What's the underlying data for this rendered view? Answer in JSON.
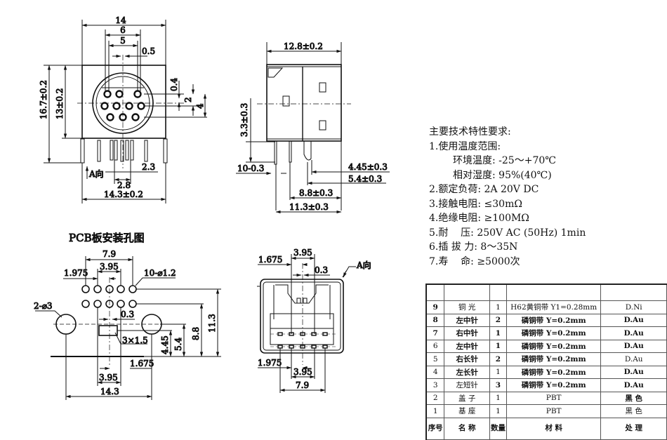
{
  "front_view": {
    "dims": {
      "width_top": "14",
      "pin_span_6": "6",
      "pin_span_5": "5",
      "offset_05": "0.5",
      "height_total": "16.7±0.2",
      "height_body": "13±0.2",
      "row_04": "0.4",
      "row_2": "2",
      "row_4": "4",
      "pitch_23": "2.3",
      "pitch_28": "2.8",
      "width_bottom": "14.3±0.2"
    },
    "a_direction_label": "A向"
  },
  "side_view": {
    "dims": {
      "depth": "12.8±0.2",
      "pin_length": "3.3±0.3",
      "pin_offset": "10-0.3",
      "d_445": "4.45±0.3",
      "d_54": "5.4±0.3",
      "d_88": "8.8±0.3",
      "d_113": "11.3±0.3"
    }
  },
  "pcb_view": {
    "title": "PCB板安装孔图",
    "dims": {
      "span_79": "7.9",
      "span_395_top": "3.95",
      "offset_1975": "1.975",
      "holes_small": "10-⌀1.2",
      "holes_large": "2-⌀3",
      "offset_03": "0.3",
      "slot": "3×1.5",
      "h_445": "4.45",
      "h_54": "5.4",
      "h_88": "8.8",
      "h_113": "11.3",
      "offset_1675": "1.675",
      "span_395_bottom": "3.95",
      "span_143": "14.3"
    }
  },
  "a_view": {
    "a_direction_label": "A向",
    "dims": {
      "top_395": "3.95",
      "top_1675": "1.675",
      "top_03": "0.3",
      "bot_1975": "1.975",
      "bot_395": "3.95",
      "bot_79": "7.9"
    }
  },
  "specs": {
    "title": "主要技术特性要求:",
    "lines": [
      "1.使用温度范围:",
      "环境温度: -25～+70℃",
      "相对湿度: 95%(40℃)",
      "2.额定负荷: 2A 20V DC",
      "3.接触电阻: ≤30mΩ",
      "4.绝缘电阻: ≥100MΩ",
      "5.耐    压: 250V AC (50Hz) 1min",
      "6.插 拔 力: 8～35N",
      "7.寿    命: ≥5000次"
    ]
  },
  "bom": {
    "headers": {
      "no": "序号",
      "name": "名 称",
      "qty": "数量",
      "material": "材 料",
      "finish": "处 理"
    },
    "rows": [
      {
        "no": "9",
        "name": "铜 光",
        "qty": "1",
        "material": "H62黄铜带 Y1=0.28mm",
        "finish": "D.Ni"
      },
      {
        "no": "8",
        "name": "左中针",
        "qty": "2",
        "material": "磷铜带 Y=0.2mm",
        "finish": "D.Au"
      },
      {
        "no": "7",
        "name": "右中针",
        "qty": "1",
        "material": "磷铜带 Y=0.2mm",
        "finish": "D.Au"
      },
      {
        "no": "6",
        "name": "左中针",
        "qty": "1",
        "material": "磷铜带 Y=0.2mm",
        "finish": "D.Au"
      },
      {
        "no": "5",
        "name": "右长针",
        "qty": "2",
        "material": "磷铜带 Y=0.2mm",
        "finish": "D.Au"
      },
      {
        "no": "4",
        "name": "左长针",
        "qty": "1",
        "material": "磷铜带 Y=0.2mm",
        "finish": "D.Au"
      },
      {
        "no": "3",
        "name": "左短针",
        "qty": "3",
        "material": "磷铜带 Y=0.2mm",
        "finish": "D.Au"
      },
      {
        "no": "2",
        "name": "盖 子",
        "qty": "1",
        "material": "PBT",
        "finish": "黑 色"
      },
      {
        "no": "1",
        "name": "基 座",
        "qty": "1",
        "material": "PBT",
        "finish": "黑 色"
      }
    ]
  }
}
